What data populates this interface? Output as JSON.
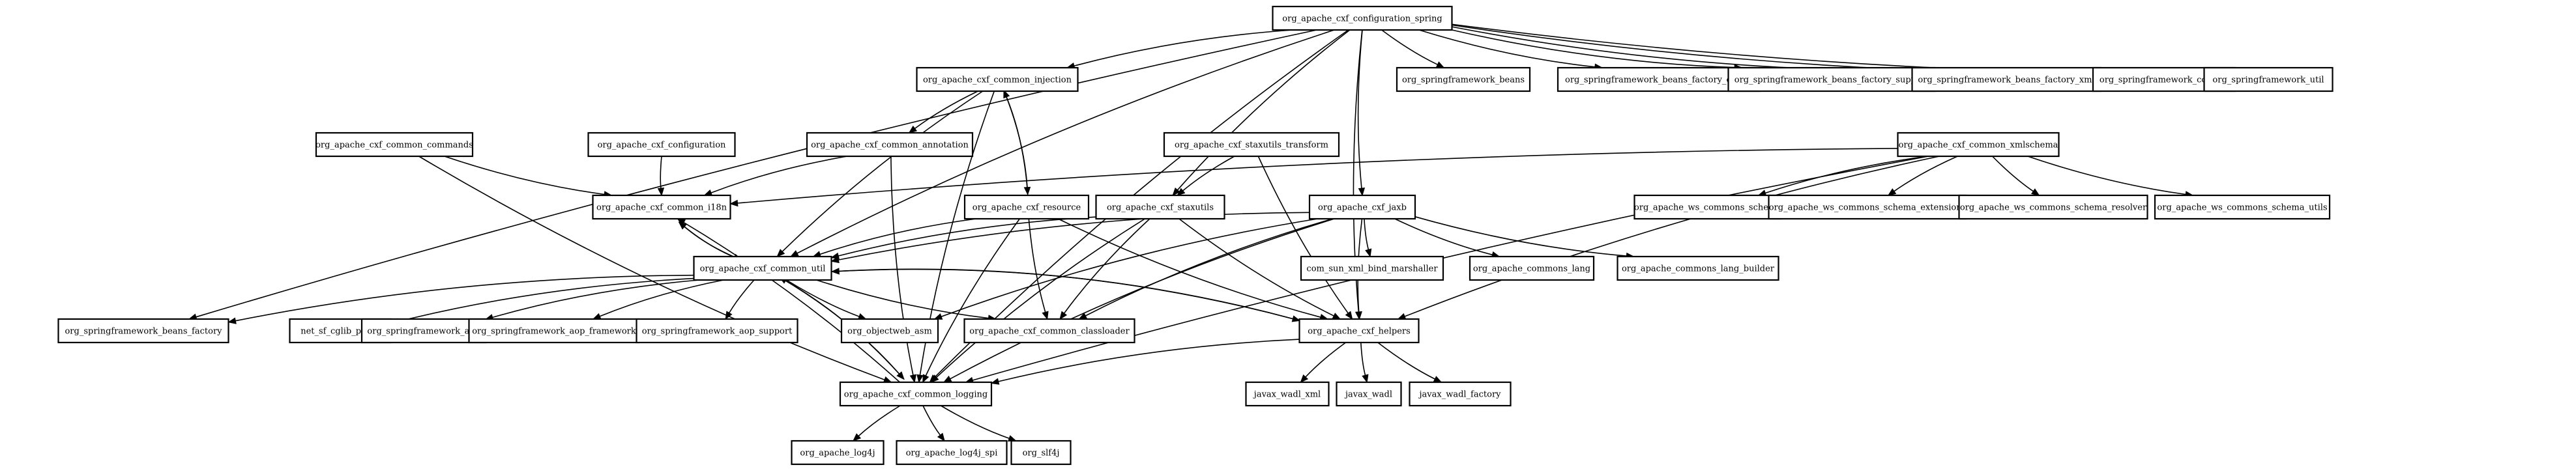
{
  "diagram": {
    "nodes": [
      {
        "id": "conf_spring",
        "label": "org_apache_cxf_configuration_spring"
      },
      {
        "id": "injection",
        "label": "org_apache_cxf_common_injection"
      },
      {
        "id": "sf_beans",
        "label": "org_springframework_beans"
      },
      {
        "id": "sf_beans_factory_config",
        "label": "org_springframework_beans_factory_config"
      },
      {
        "id": "sf_beans_factory_support",
        "label": "org_springframework_beans_factory_support"
      },
      {
        "id": "sf_beans_factory_xml",
        "label": "org_springframework_beans_factory_xml"
      },
      {
        "id": "sf_context",
        "label": "org_springframework_context"
      },
      {
        "id": "sf_util",
        "label": "org_springframework_util"
      },
      {
        "id": "commands",
        "label": "org_apache_cxf_common_commands"
      },
      {
        "id": "configuration",
        "label": "org_apache_cxf_configuration"
      },
      {
        "id": "annotation",
        "label": "org_apache_cxf_common_annotation"
      },
      {
        "id": "staxutils_transform",
        "label": "org_apache_cxf_staxutils_transform"
      },
      {
        "id": "xmlschema",
        "label": "org_apache_cxf_common_xmlschema"
      },
      {
        "id": "i18n",
        "label": "org_apache_cxf_common_i18n"
      },
      {
        "id": "resource",
        "label": "org_apache_cxf_resource"
      },
      {
        "id": "staxutils",
        "label": "org_apache_cxf_staxutils"
      },
      {
        "id": "jaxb",
        "label": "org_apache_cxf_jaxb"
      },
      {
        "id": "ws_schema",
        "label": "org_apache_ws_commons_schema"
      },
      {
        "id": "ws_schema_ext",
        "label": "org_apache_ws_commons_schema_extensions"
      },
      {
        "id": "ws_schema_resolver",
        "label": "org_apache_ws_commons_schema_resolver"
      },
      {
        "id": "ws_schema_utils",
        "label": "org_apache_ws_commons_schema_utils"
      },
      {
        "id": "common_util",
        "label": "org_apache_cxf_common_util"
      },
      {
        "id": "com_sun_xml",
        "label": "com_sun_xml_bind_marshaller"
      },
      {
        "id": "commons_lang",
        "label": "org_apache_commons_lang"
      },
      {
        "id": "commons_lang_builder",
        "label": "org_apache_commons_lang_builder"
      },
      {
        "id": "sf_beans_factory",
        "label": "org_springframework_beans_factory"
      },
      {
        "id": "net_sf_cglib",
        "label": "net_sf_cglib_proxy"
      },
      {
        "id": "sf_aop",
        "label": "org_springframework_aop"
      },
      {
        "id": "sf_aop_framework",
        "label": "org_springframework_aop_framework"
      },
      {
        "id": "sf_aop_support",
        "label": "org_springframework_aop_support"
      },
      {
        "id": "objectweb_asm",
        "label": "org_objectweb_asm"
      },
      {
        "id": "classloader",
        "label": "org_apache_cxf_common_classloader"
      },
      {
        "id": "helpers",
        "label": "org_apache_cxf_helpers"
      },
      {
        "id": "logging",
        "label": "org_apache_cxf_common_logging"
      },
      {
        "id": "wadl_xml",
        "label": "javax_wadl_xml"
      },
      {
        "id": "wadl",
        "label": "javax_wadl"
      },
      {
        "id": "wadl_factory",
        "label": "javax_wadl_factory"
      },
      {
        "id": "log4j",
        "label": "org_apache_log4j"
      },
      {
        "id": "log4j_spi",
        "label": "org_apache_log4j_spi"
      },
      {
        "id": "slf4j",
        "label": "org_slf4j"
      }
    ],
    "edges": [
      [
        "conf_spring",
        "injection"
      ],
      [
        "conf_spring",
        "sf_beans"
      ],
      [
        "conf_spring",
        "sf_beans_factory_config"
      ],
      [
        "conf_spring",
        "sf_beans_factory_support"
      ],
      [
        "conf_spring",
        "sf_beans_factory_xml"
      ],
      [
        "conf_spring",
        "sf_context"
      ],
      [
        "conf_spring",
        "sf_util"
      ],
      [
        "conf_spring",
        "staxutils"
      ],
      [
        "conf_spring",
        "jaxb"
      ],
      [
        "conf_spring",
        "helpers"
      ],
      [
        "conf_spring",
        "logging"
      ],
      [
        "conf_spring",
        "sf_beans_factory"
      ],
      [
        "conf_spring",
        "common_util"
      ],
      [
        "injection",
        "annotation"
      ],
      [
        "injection",
        "resource"
      ],
      [
        "injection",
        "common_util"
      ],
      [
        "injection",
        "logging"
      ],
      [
        "resource",
        "injection"
      ],
      [
        "resource",
        "common_util"
      ],
      [
        "resource",
        "classloader"
      ],
      [
        "resource",
        "logging"
      ],
      [
        "resource",
        "helpers"
      ],
      [
        "commands",
        "i18n"
      ],
      [
        "commands",
        "logging"
      ],
      [
        "configuration",
        "i18n"
      ],
      [
        "annotation",
        "i18n"
      ],
      [
        "annotation",
        "logging"
      ],
      [
        "staxutils_transform",
        "staxutils"
      ],
      [
        "staxutils_transform",
        "helpers"
      ],
      [
        "xmlschema",
        "i18n"
      ],
      [
        "xmlschema",
        "ws_schema"
      ],
      [
        "xmlschema",
        "ws_schema_ext"
      ],
      [
        "xmlschema",
        "ws_schema_resolver"
      ],
      [
        "xmlschema",
        "ws_schema_utils"
      ],
      [
        "xmlschema",
        "helpers"
      ],
      [
        "xmlschema",
        "logging"
      ],
      [
        "i18n",
        "common_util"
      ],
      [
        "common_util",
        "i18n"
      ],
      [
        "staxutils",
        "common_util"
      ],
      [
        "staxutils",
        "classloader"
      ],
      [
        "staxutils",
        "helpers"
      ],
      [
        "staxutils",
        "logging"
      ],
      [
        "jaxb",
        "common_util"
      ],
      [
        "jaxb",
        "com_sun_xml"
      ],
      [
        "jaxb",
        "commons_lang"
      ],
      [
        "jaxb",
        "commons_lang_builder"
      ],
      [
        "jaxb",
        "helpers"
      ],
      [
        "jaxb",
        "classloader"
      ],
      [
        "jaxb",
        "logging"
      ],
      [
        "jaxb",
        "objectweb_asm"
      ],
      [
        "common_util",
        "sf_beans_factory"
      ],
      [
        "common_util",
        "net_sf_cglib"
      ],
      [
        "common_util",
        "sf_aop"
      ],
      [
        "common_util",
        "sf_aop_framework"
      ],
      [
        "common_util",
        "sf_aop_support"
      ],
      [
        "common_util",
        "objectweb_asm"
      ],
      [
        "common_util",
        "classloader"
      ],
      [
        "common_util",
        "helpers"
      ],
      [
        "common_util",
        "logging"
      ],
      [
        "helpers",
        "common_util"
      ],
      [
        "helpers",
        "logging"
      ],
      [
        "helpers",
        "wadl_xml"
      ],
      [
        "helpers",
        "wadl"
      ],
      [
        "helpers",
        "wadl_factory"
      ],
      [
        "logging",
        "common_util"
      ],
      [
        "logging",
        "i18n"
      ],
      [
        "logging",
        "log4j"
      ],
      [
        "logging",
        "log4j_spi"
      ],
      [
        "logging",
        "slf4j"
      ]
    ]
  }
}
